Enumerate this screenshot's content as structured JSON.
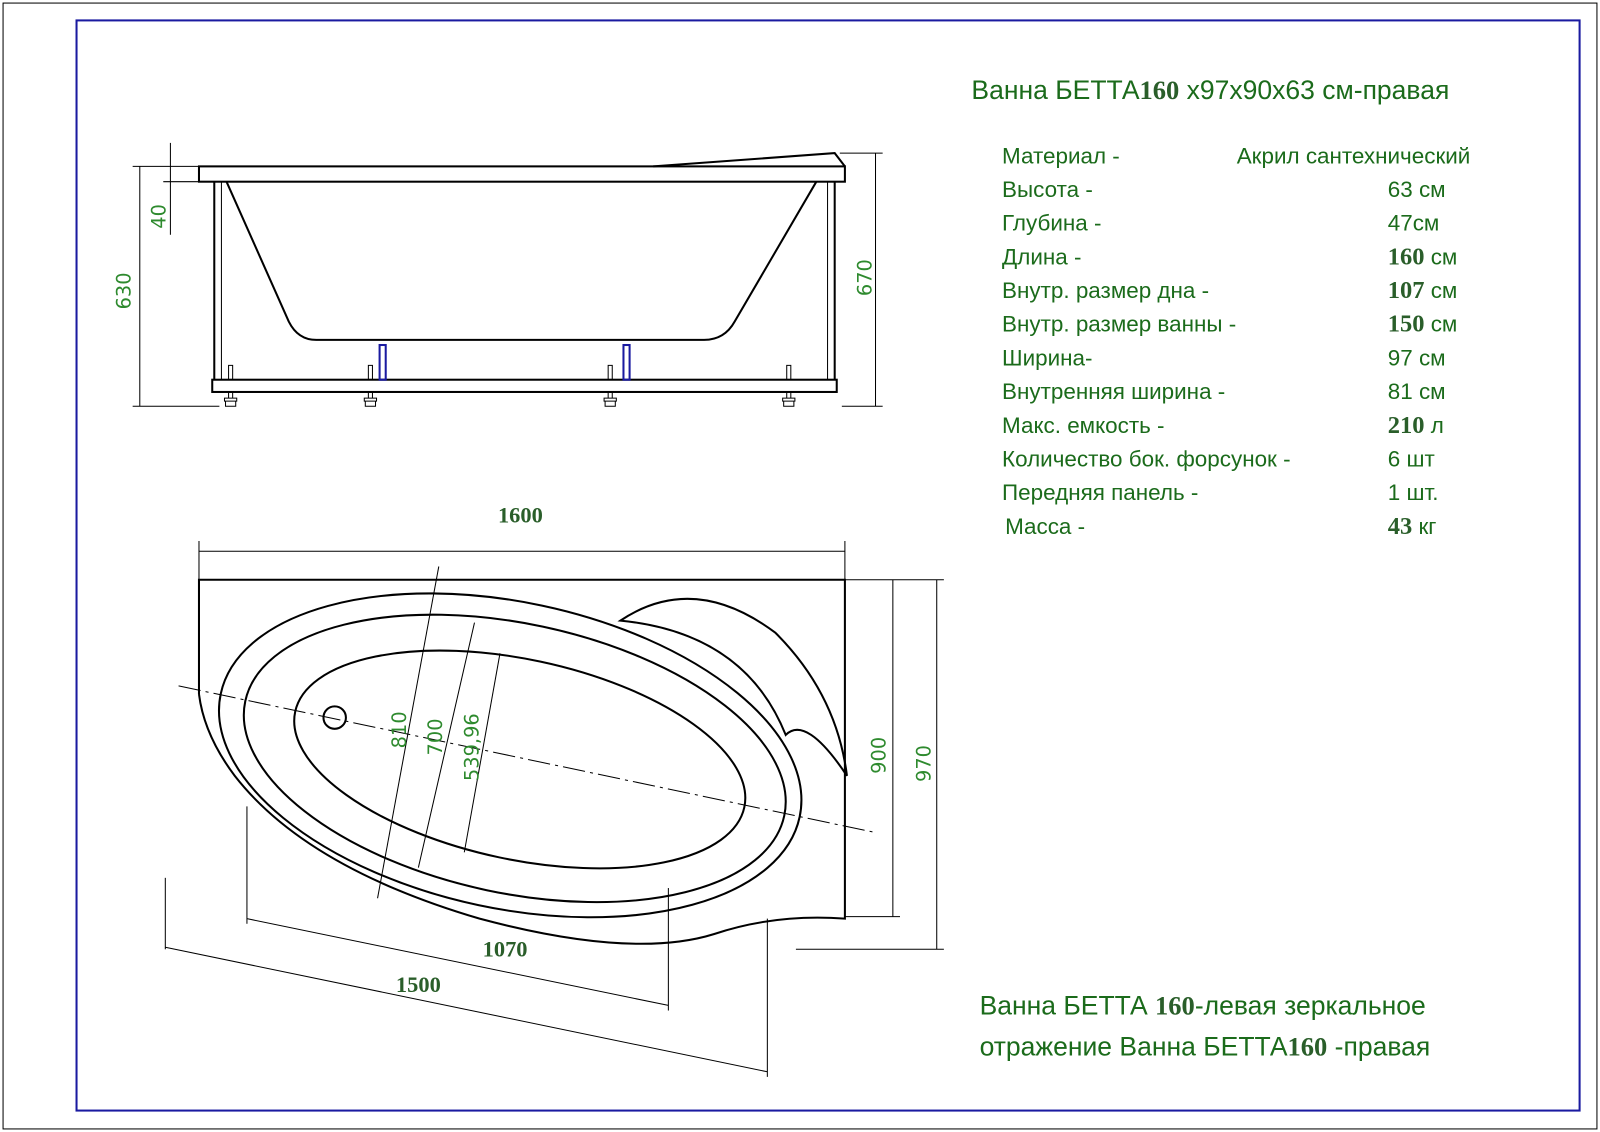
{
  "title": {
    "prefix": "Ванна БЕТТА",
    "model": "160",
    "suffix": " х97х90х63 см-правая"
  },
  "specs": [
    {
      "label": "Материал -",
      "value": "Акрил сантехнический",
      "num": "",
      "unit": ""
    },
    {
      "label": "Высота -",
      "value": "",
      "num": "63",
      "unit": " см"
    },
    {
      "label": "Глубина -",
      "value": "",
      "num": "47",
      "unit": "см"
    },
    {
      "label": "Длина -",
      "value": "",
      "num": "160",
      "unit": " см",
      "bold": true
    },
    {
      "label": "Внутр. размер дна -",
      "value": "",
      "num": "107",
      "unit": "  см",
      "bold": true
    },
    {
      "label": "Внутр. размер ванны -",
      "value": "",
      "num": "150",
      "unit": " см",
      "bold": true
    },
    {
      "label": "Ширина-",
      "value": "",
      "num": "97",
      "unit": " см"
    },
    {
      "label": "Внутренняя ширина -",
      "value": "",
      "num": "81",
      "unit": " см"
    },
    {
      "label": "Макс. емкость -",
      "value": "",
      "num": "210",
      "unit": " л",
      "bold": true
    },
    {
      "label": "Количество бок. форсунок -",
      "value": "",
      "num": "6",
      "unit": " шт"
    },
    {
      "label": "Передняя панель -",
      "value": "",
      "num": "1",
      "unit": " шт."
    },
    {
      "label": "Масса -",
      "value": "",
      "num": "43",
      "unit": " кг",
      "bold": true
    }
  ],
  "side_view_dims": {
    "total_height": "630",
    "rim": "40",
    "headrest_height": "670"
  },
  "top_view_dims": {
    "length": "1600",
    "width_inner": "900",
    "width": "970",
    "bottom": "1070",
    "inner_length": "1500",
    "d1": "810",
    "d2": "700",
    "d3": "539,96"
  },
  "footer": {
    "line1_prefix": "Ванна БЕТТА ",
    "line1_model": "160",
    "line1_suffix": "-левая зеркальное",
    "line2_prefix": "отражение Ванна БЕТТА",
    "line2_model": "160",
    "line2_suffix": " -правая"
  },
  "colors": {
    "text": "#1b6b1b",
    "frame": "#1a1aa0"
  }
}
